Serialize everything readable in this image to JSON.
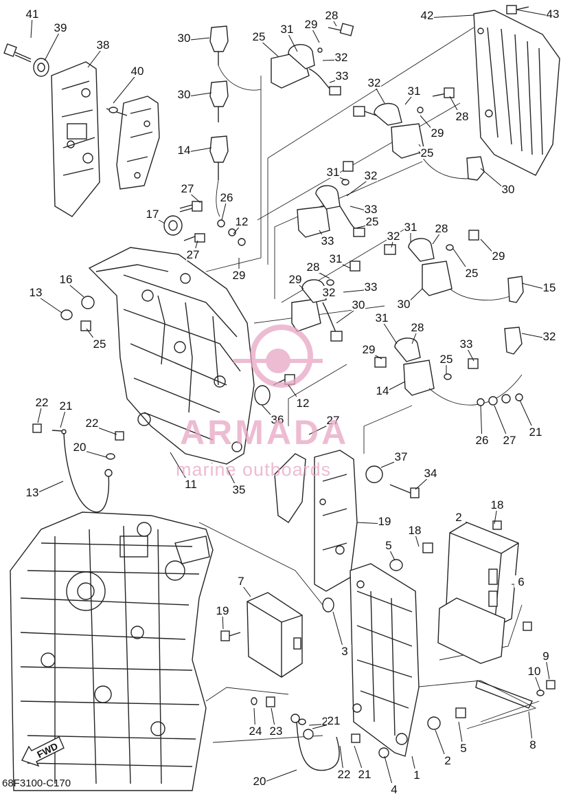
{
  "diagram": {
    "drawing_code": "68F3100-C170",
    "fwd_label": "FWD",
    "watermark": {
      "brand": "ARMADA",
      "tagline": "marine outboards"
    },
    "callouts": [
      "41",
      "39",
      "38",
      "40",
      "30",
      "25",
      "31",
      "29",
      "28",
      "42",
      "43",
      "32",
      "33",
      "32",
      "31",
      "28",
      "29",
      "25",
      "30",
      "30",
      "14",
      "27",
      "26",
      "12",
      "17",
      "27",
      "29",
      "31",
      "32",
      "33",
      "25",
      "33",
      "32",
      "31",
      "28",
      "29",
      "25",
      "30",
      "15",
      "16",
      "13",
      "25",
      "29",
      "28",
      "31",
      "32",
      "33",
      "30",
      "32",
      "31",
      "28",
      "33",
      "29",
      "25",
      "14",
      "12",
      "36",
      "27",
      "26",
      "27",
      "21",
      "22",
      "21",
      "22",
      "20",
      "13",
      "11",
      "35",
      "37",
      "34",
      "19",
      "18",
      "2",
      "5",
      "18",
      "6",
      "7",
      "19",
      "3",
      "9",
      "10",
      "8",
      "24",
      "23",
      "22",
      "21",
      "2",
      "5",
      "20",
      "22",
      "21",
      "4",
      "1"
    ]
  }
}
